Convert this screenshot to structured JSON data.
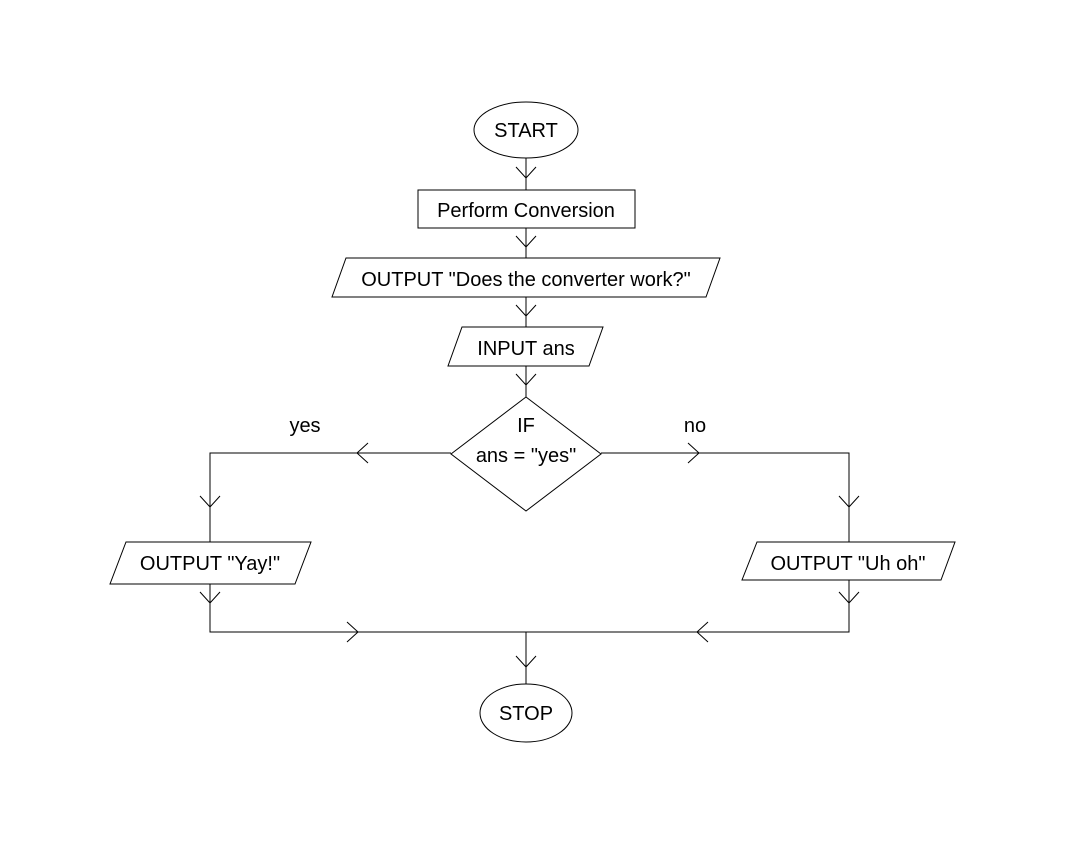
{
  "diagram": {
    "nodes": {
      "start": "START",
      "perform": "Perform Conversion",
      "output_question": "OUTPUT \"Does the converter work?\"",
      "input_ans": "INPUT ans",
      "decision_if": "IF",
      "decision_condition": "ans = \"yes\"",
      "output_yay": "OUTPUT \"Yay!\"",
      "output_uhoh": "OUTPUT \"Uh oh\"",
      "stop": "STOP"
    },
    "branches": {
      "yes": "yes",
      "no": "no"
    }
  },
  "colors": {
    "stroke": "#000000",
    "fill": "#ffffff",
    "background": "#ffffff"
  }
}
